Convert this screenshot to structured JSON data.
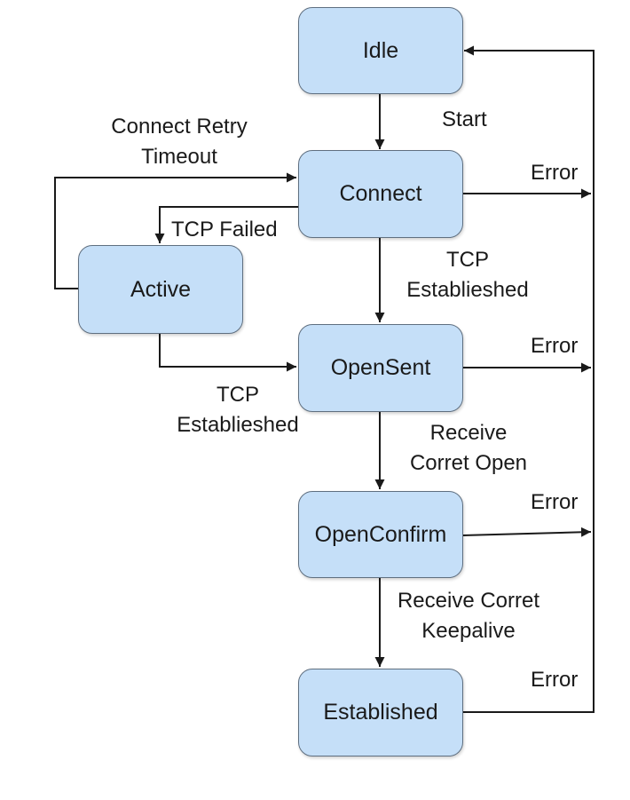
{
  "nodes": {
    "idle": "Idle",
    "connect": "Connect",
    "active": "Active",
    "opensent": "OpenSent",
    "openconfirm": "OpenConfirm",
    "established": "Established"
  },
  "labels": {
    "start": "Start",
    "retry_line1": "Connect Retry",
    "retry_line2": "Timeout",
    "tcp_failed": "TCP Failed",
    "tcp_est_a_line1": "TCP",
    "tcp_est_a_line2": "Establieshed",
    "tcp_est_b_line1": "TCP",
    "tcp_est_b_line2": "Establieshed",
    "recv_open_line1": "Receive",
    "recv_open_line2": "Corret Open",
    "recv_keep_line1": "Receive Corret",
    "recv_keep_line2": "Keepalive",
    "error_connect": "Error",
    "error_opensent": "Error",
    "error_openconfirm": "Error",
    "error_established": "Error"
  },
  "colors": {
    "node_fill": "#c5dff8",
    "node_border": "#5f6f80",
    "line": "#1a1a1a"
  }
}
